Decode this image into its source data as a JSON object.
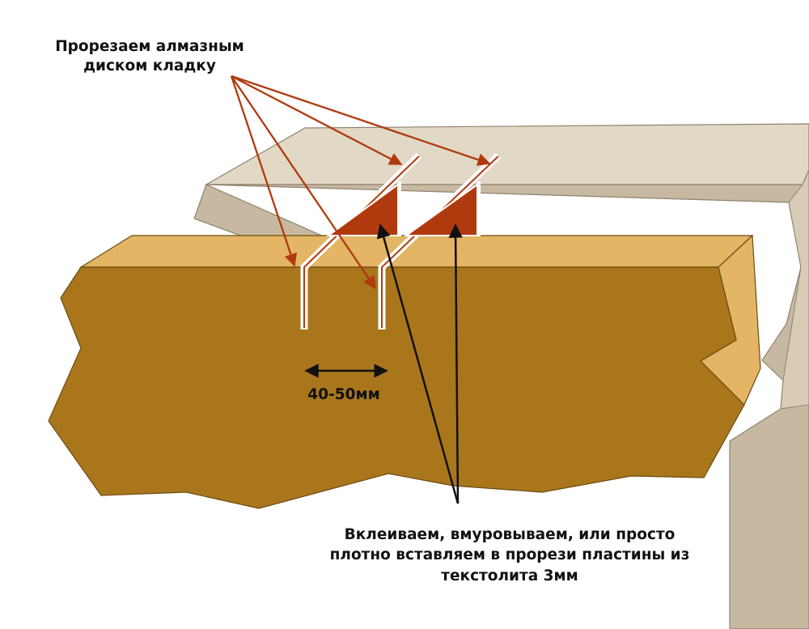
{
  "labels": {
    "cut": {
      "lines": [
        "Прорезаем алмазным",
        "диском кладку"
      ]
    },
    "dimension": "40-50мм",
    "insert": {
      "lines": [
        "Вклеиваем, вмуровываем, или просто",
        "плотно вставляем в прорези пластины из",
        "текстолита 3мм"
      ]
    }
  },
  "colors": {
    "background": "#ffffff",
    "back_wall_top": "#e2d8c6",
    "back_wall_face": "#c7b9a1",
    "back_wall_outline": "#8f826e",
    "front_wall_top": "#e3b565",
    "front_wall_face": "#a9761b",
    "front_wall_outline": "#6d4a0f",
    "insert_plate": "#b03a0e",
    "cut_slot": "#ffffff",
    "arrow_red": "#b03a0e",
    "arrow_black": "#111111"
  }
}
